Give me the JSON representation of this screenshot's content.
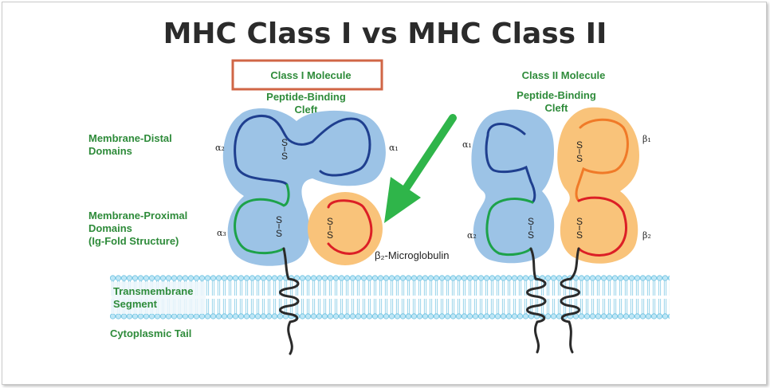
{
  "title": "MHC Class I vs MHC Class II",
  "class1": {
    "heading": "Class I Molecule",
    "cleft_line1": "Peptide-Binding",
    "cleft_line2": "Cleft",
    "alpha2": "α₂",
    "alpha1": "α₁",
    "alpha3": "α₃",
    "b2m_label": "β₂-Microglobulin"
  },
  "class2": {
    "heading": "Class II Molecule",
    "cleft_line1": "Peptide-Binding",
    "cleft_line2": "Cleft",
    "alpha1": "α₁",
    "beta1": "β₁",
    "alpha2": "α₂",
    "beta2": "β₂"
  },
  "labels": {
    "distal_line1": "Membrane-Distal",
    "distal_line2": "Domains",
    "proximal_line1": "Membrane-Proximal",
    "proximal_line2": "Domains",
    "proximal_line3": "(Ig-Fold Structure)",
    "transmembrane_line1": "Transmembrane",
    "transmembrane_line2": "Segment",
    "cytoplasmic": "Cytoplasmic Tail"
  },
  "disulfide": "S",
  "colors": {
    "heading_box": "#d06646",
    "label_green": "#2e8b3a",
    "alpha_domain": "#9cc3e6",
    "beta_domain": "#f9c37a",
    "membrane": "#8fd0ea",
    "arrow": "#2fb54a"
  }
}
